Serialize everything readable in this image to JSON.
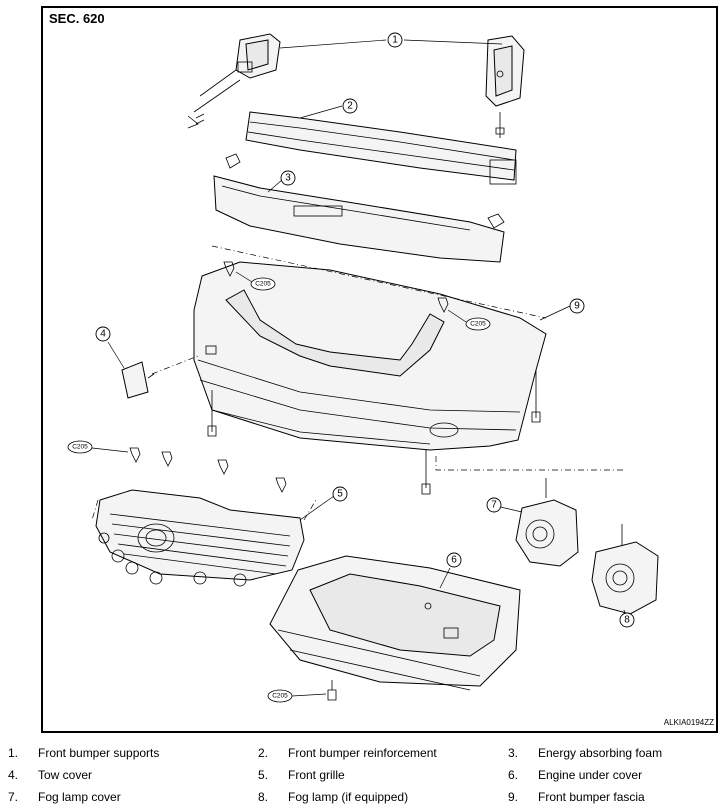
{
  "section": "SEC. 620",
  "figure_code": "ALKIA0194ZZ",
  "clip_code": "C205",
  "callouts": [
    "1",
    "2",
    "3",
    "4",
    "5",
    "6",
    "7",
    "8",
    "9"
  ],
  "legend": [
    {
      "num": "1.",
      "text": "Front bumper supports"
    },
    {
      "num": "2.",
      "text": "Front bumper reinforcement"
    },
    {
      "num": "3.",
      "text": "Energy absorbing foam"
    },
    {
      "num": "4.",
      "text": "Tow cover"
    },
    {
      "num": "5.",
      "text": "Front grille"
    },
    {
      "num": "6.",
      "text": "Engine under cover"
    },
    {
      "num": "7.",
      "text": "Fog lamp cover"
    },
    {
      "num": "8.",
      "text": "Fog lamp (if equipped)"
    },
    {
      "num": "9.",
      "text": "Front bumper fascia"
    }
  ]
}
